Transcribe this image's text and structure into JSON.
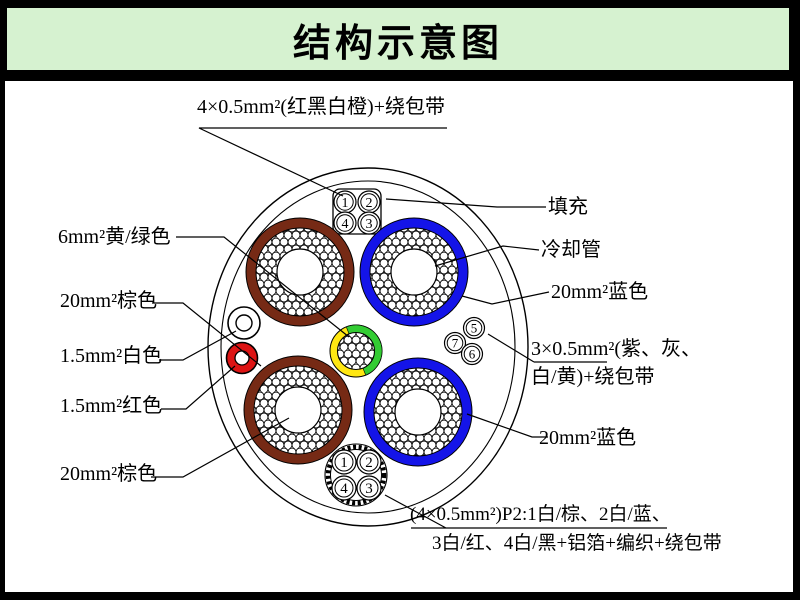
{
  "slide": {
    "title": "结构示意图"
  },
  "colors": {
    "header_bg": "#d6f2d0",
    "brown": "#762a15",
    "blue": "#1414e8",
    "red": "#dd1414",
    "yellow": "#ffe712",
    "green": "#33cc33",
    "white": "#ffffff"
  },
  "labels": {
    "top": "4×0.5mm²(红黑白橙)+绕包带",
    "left": [
      "6mm²黄/绿色",
      "20mm²棕色",
      "1.5mm²白色",
      "1.5mm²红色",
      "20mm²棕色"
    ],
    "right": [
      "填充",
      "冷却管",
      "20mm²蓝色",
      "3×0.5mm²(紫、灰、",
      "白/黄)+绕包带",
      "20mm²蓝色"
    ],
    "bottom": [
      "(4×0.5mm²)P2:1白/棕、2白/蓝、",
      "3白/红、4白/黑+铝箔+编织+绕包带"
    ]
  },
  "wire_numbers": {
    "top_quad": [
      "1",
      "2",
      "4",
      "3"
    ],
    "bottom_group": [
      "1",
      "2",
      "4",
      "3"
    ],
    "right_trio": [
      "5",
      "7",
      "6"
    ]
  }
}
